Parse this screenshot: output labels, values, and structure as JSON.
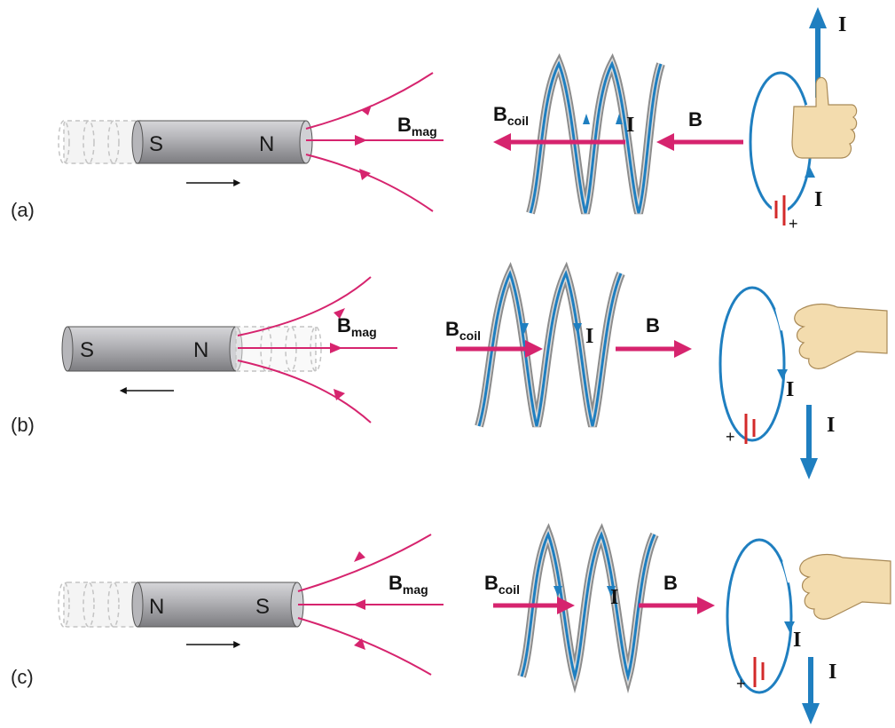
{
  "colors": {
    "field_line": "#d6246e",
    "current": "#1f7fc0",
    "magnet_body": "#a9a9ad",
    "coil_shadow": "#8c8c8c",
    "battery": "#d32a2a",
    "hand": "#f3dcae"
  },
  "panels": [
    {
      "label": "(a)",
      "magnet": {
        "left_pole": "S",
        "right_pole": "N",
        "motion": "right"
      },
      "field_label": "B",
      "field_sub": "mag",
      "field_direction": "away-from-magnet",
      "coil_field_label": "B",
      "coil_field_sub": "coil",
      "coil_field_direction": "left",
      "current_label": "I",
      "rhr_field_label": "B",
      "hand": "thumb-up",
      "loop_current_labels": [
        "I",
        "I"
      ],
      "battery_sign": "+"
    },
    {
      "label": "(b)",
      "magnet": {
        "left_pole": "S",
        "right_pole": "N",
        "motion": "left"
      },
      "field_label": "B",
      "field_sub": "mag",
      "field_direction": "away-from-magnet",
      "coil_field_label": "B",
      "coil_field_sub": "coil",
      "coil_field_direction": "right",
      "current_label": "I",
      "rhr_field_label": "B",
      "hand": "thumb-down",
      "loop_current_labels": [
        "I",
        "I"
      ],
      "battery_sign": "+"
    },
    {
      "label": "(c)",
      "magnet": {
        "left_pole": "N",
        "right_pole": "S",
        "motion": "right"
      },
      "field_label": "B",
      "field_sub": "mag",
      "field_direction": "toward-magnet",
      "coil_field_label": "B",
      "coil_field_sub": "coil",
      "coil_field_direction": "right",
      "current_label": "I",
      "rhr_field_label": "B",
      "hand": "thumb-down",
      "loop_current_labels": [
        "I",
        "I"
      ],
      "battery_sign": "+"
    }
  ]
}
